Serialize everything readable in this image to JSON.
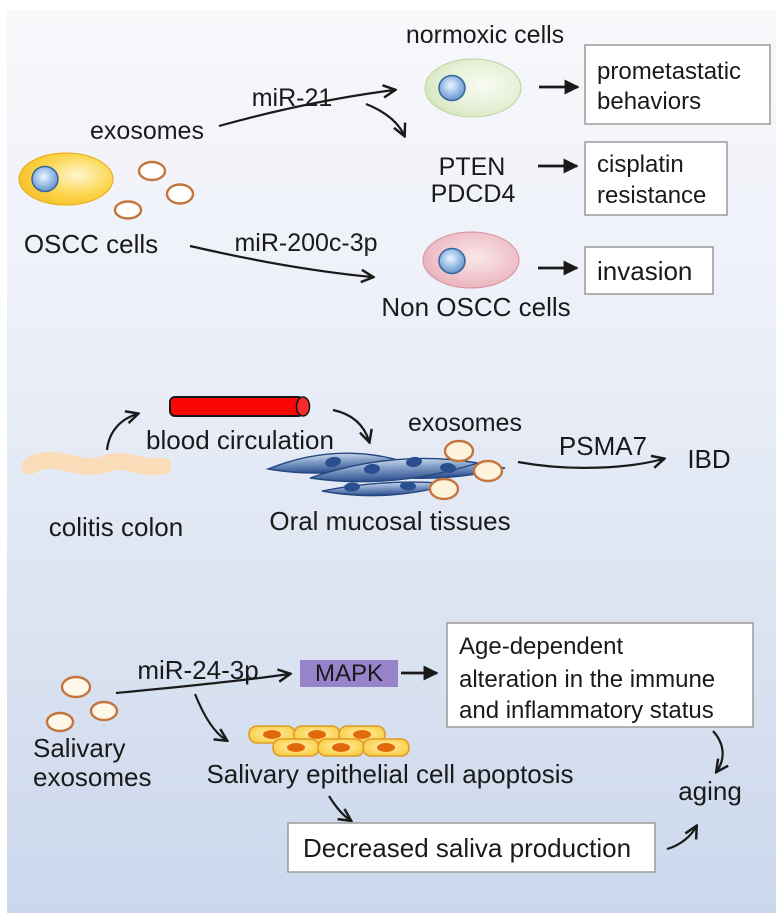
{
  "figure": {
    "top_panel": {
      "exosomes_label": "exosomes",
      "oscc_cells_label": "OSCC cells",
      "mir21_label": "miR-21",
      "mir200c_label": "miR-200c-3p",
      "normoxic_cells_label": "normoxic cells",
      "pten_label": "PTEN",
      "pdcd4_label": "PDCD4",
      "non_oscc_cells_label": "Non OSCC cells",
      "prometastatic_box": {
        "line1": "prometastatic",
        "line2": "behaviors"
      },
      "cisplatin_box": {
        "line1": "cisplatin",
        "line2": "resistance"
      },
      "invasion_box": {
        "label": "invasion"
      }
    },
    "middle_panel": {
      "colitis_colon_label": "colitis colon",
      "blood_circulation_label": "blood circulation",
      "oral_mucosal_label": "Oral mucosal tissues",
      "exosomes_label": "exosomes",
      "psma7_label": "PSMA7",
      "ibd_label": "IBD"
    },
    "bottom_panel": {
      "salivary_label_line1": "Salivary",
      "salivary_label_line2": "exosomes",
      "mir24_label": "miR-24-3p",
      "mapk_label": "MAPK",
      "age_box": {
        "line1": "Age-dependent",
        "line2": "alteration in the immune",
        "line3": "and inflammatory status"
      },
      "apoptosis_label": "Salivary epithelial cell apoptosis",
      "saliva_box_label": "Decreased saliva production",
      "aging_label": "aging"
    },
    "colors": {
      "background_top": "#f8f8fb",
      "background_bottom": "#cbd7ec",
      "oscc_cell_yellow": "#f5c21d",
      "normoxic_cell_green": "#d4e5bb",
      "non_oscc_cell_pink": "#e7a9b2",
      "nucleus_blue": "#5588c4",
      "exosome_outline_orange": "#c4753d",
      "exosome_fill_cream": "#fdf3da",
      "blood_vessel_red": "#fb0505",
      "tissue_blue": "#3f63a2",
      "mapk_purple": "#9683c9",
      "epithelial_yellow": "#fbd14b",
      "epithelial_nucleus_orange": "#e2690b",
      "colitis_peach": "#fadcb8",
      "box_border_gray": "#9a9a9a",
      "text_black": "#1a1a1a"
    }
  }
}
